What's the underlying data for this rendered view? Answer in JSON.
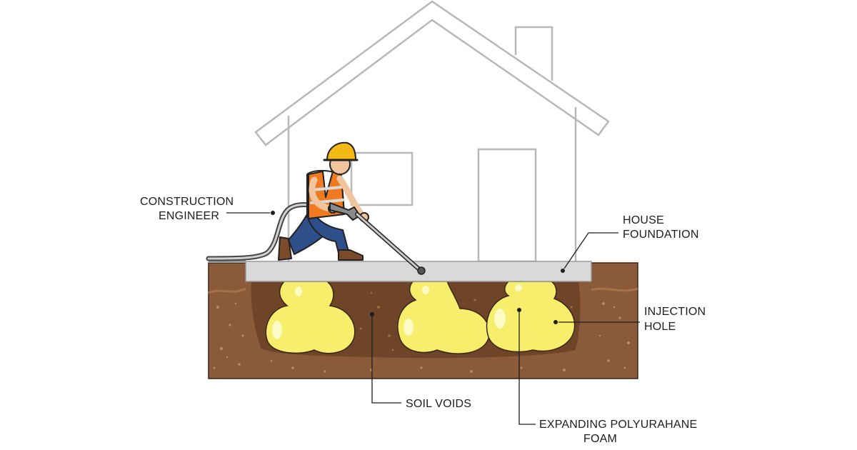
{
  "labels": {
    "engineer_1": "CONSTRUCTION",
    "engineer_2": "ENGINEER",
    "foundation_1": "HOUSE",
    "foundation_2": "FOUNDATION",
    "injection_1": "INJECTION",
    "injection_2": "HOLE",
    "voids": "SOIL VOIDS",
    "foam_1": "EXPANDING POLYURAHANE",
    "foam_2": "FOAM"
  },
  "colors": {
    "soil": "#8a5a3a",
    "soil_dark": "#6e4529",
    "foam": "#f7ef6c",
    "slab": "#d9d9d9",
    "house_line": "#b8b8b8",
    "vest": "#f07a1f",
    "helmet": "#f5b915",
    "pants": "#2f4f8a"
  }
}
